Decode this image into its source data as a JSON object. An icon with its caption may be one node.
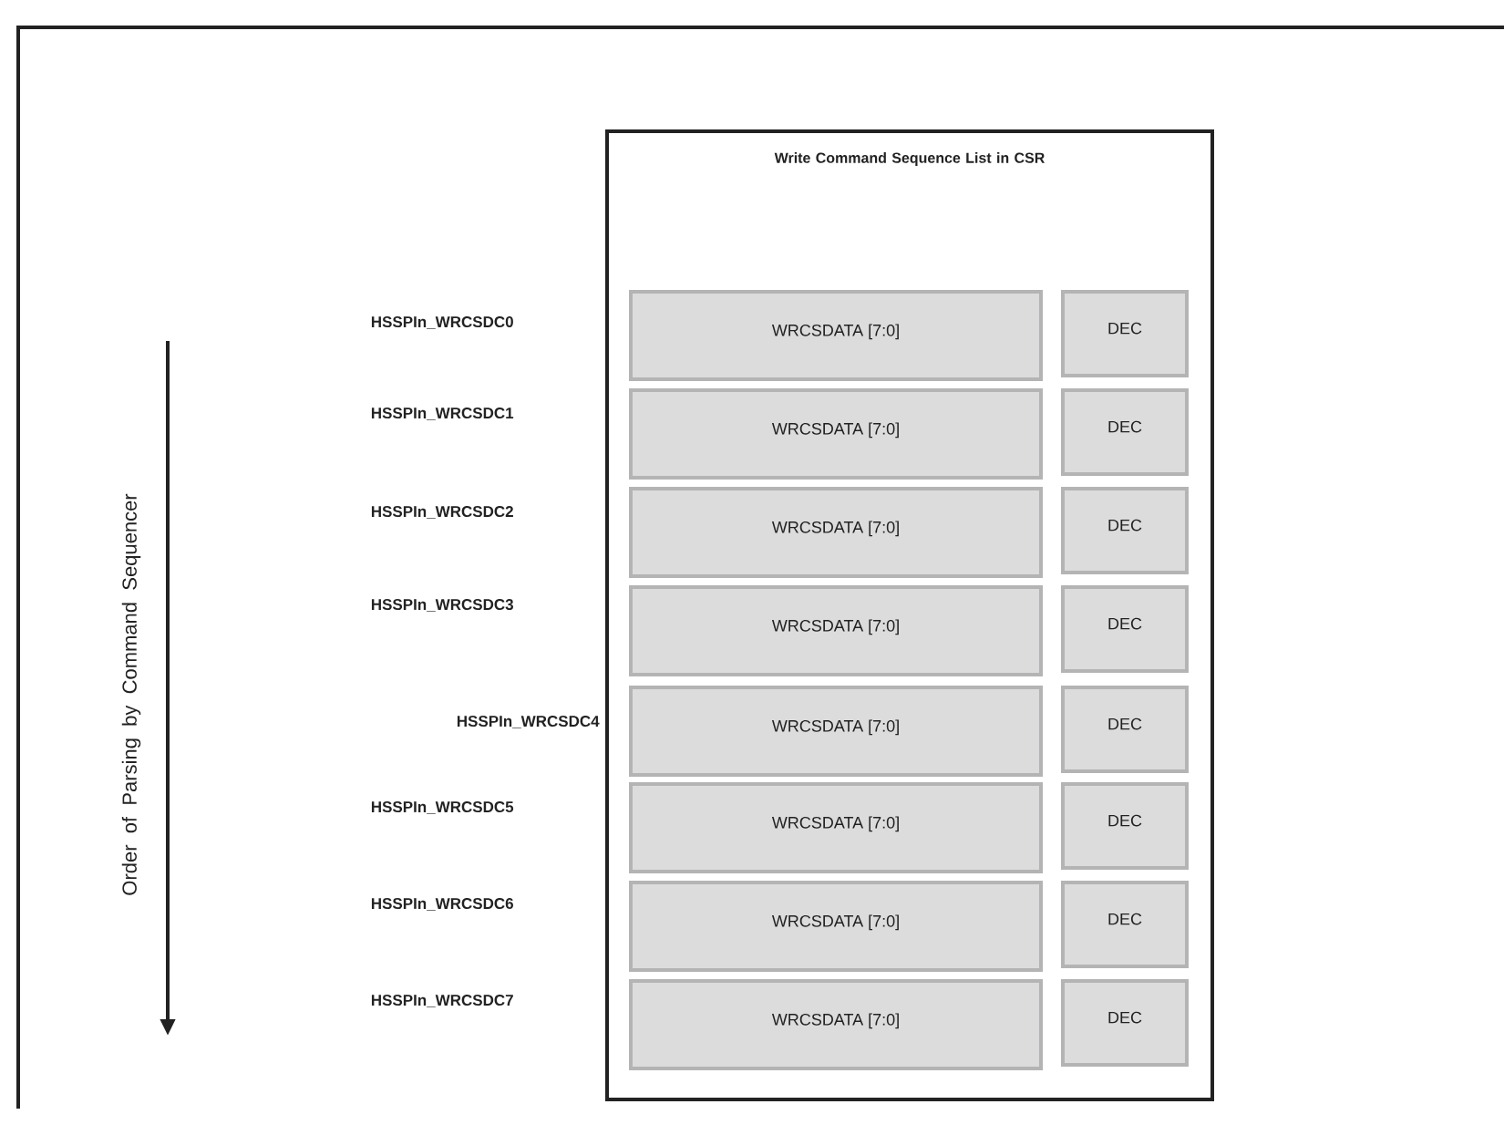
{
  "diagram": {
    "nodes": [
      {
        "text": [
          "Write Command Sequence List in CSR"
        ]
      },
      {
        "text": [
          "WRCSDATA [7:0]"
        ],
        "in": 0
      },
      {
        "text": [
          "DEC"
        ],
        "in": 0
      },
      {
        "text": [
          "WRCSDATA [7:0]"
        ],
        "in": 0
      },
      {
        "text": [
          "DEC"
        ],
        "in": 0
      },
      {
        "text": [
          "WRCSDATA [7:0]"
        ],
        "in": 0
      },
      {
        "text": [
          "DEC"
        ],
        "in": 0
      },
      {
        "text": [
          "WRCSDATA [7:0]"
        ],
        "in": 0
      },
      {
        "text": [
          "DEC"
        ],
        "in": 0
      },
      {
        "text": [
          "WRCSDATA [7:0]"
        ],
        "in": 0
      },
      {
        "text": [
          "DEC"
        ],
        "in": 0
      },
      {
        "text": [
          "WRCSDATA [7:0]"
        ],
        "in": 0
      },
      {
        "text": [
          "DEC"
        ],
        "in": 0
      },
      {
        "text": [
          "WRCSDATA [7:0]"
        ],
        "in": 0
      },
      {
        "text": [
          "DEC"
        ],
        "in": 0
      },
      {
        "text": [
          "WRCSDATA [7:0]"
        ],
        "in": 0
      },
      {
        "text": [
          "DEC"
        ],
        "in": 0
      }
    ],
    "edges": [],
    "labels": [
      "Order of Parsing by Command Sequencer",
      "HSSPIn_WRCSDC0",
      "HSSPIn_WRCSDC1",
      "HSSPIn_WRCSDC2",
      "HSSPIn_WRCSDC3",
      "HSSPIn_WRCSDC4",
      "HSSPIn_WRCSDC5",
      "HSSPIn_WRCSDC6",
      "HSSPIn_WRCSDC7"
    ]
  }
}
